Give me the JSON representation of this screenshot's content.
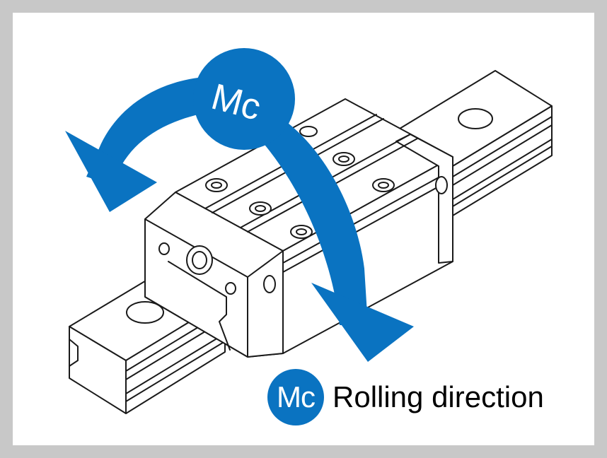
{
  "diagram": {
    "moment_symbol": "Mc",
    "legend": {
      "symbol": "Mc",
      "label": "Rolling direction"
    },
    "colors": {
      "accent": "#0a73c1",
      "frame": "#c8c8c8",
      "background": "#ffffff",
      "line": "#1a1a1a"
    }
  }
}
